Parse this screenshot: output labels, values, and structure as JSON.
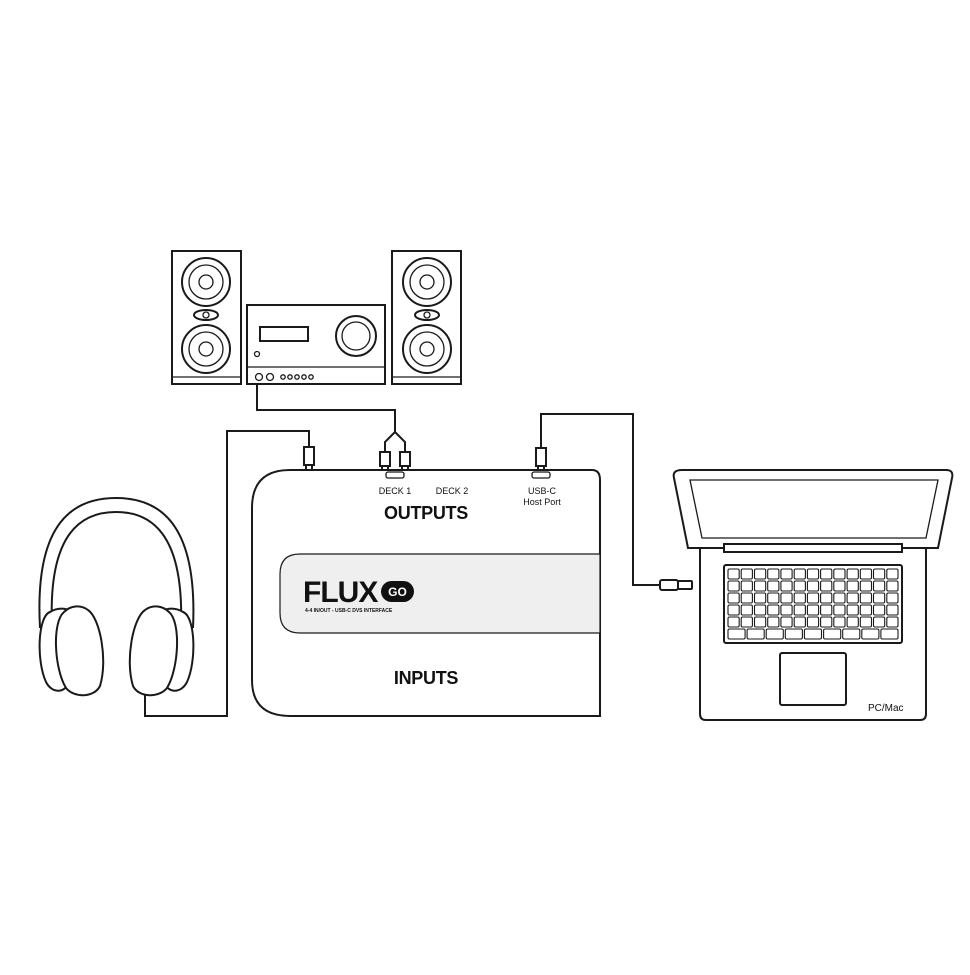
{
  "device": {
    "brand": "FLUX",
    "brand_badge": "GO",
    "tagline": "4-4 IN/OUT - USB-C DVS INTERFACE",
    "outputs_label": "OUTPUTS",
    "inputs_label": "INPUTS",
    "ports": {
      "deck1": "DECK 1",
      "deck2": "DECK 2",
      "usb_line1": "USB-C",
      "usb_line2": "Host Port"
    }
  },
  "computer": {
    "label": "PC/Mac"
  },
  "colors": {
    "line": "#1a1a1a",
    "background": "#ffffff",
    "band": "#efefef"
  },
  "icons": {
    "speakers": "speaker-icon",
    "amplifier": "amplifier-icon",
    "headphones": "headphones-icon",
    "laptop": "laptop-icon",
    "usb": "usb-plug-icon"
  }
}
